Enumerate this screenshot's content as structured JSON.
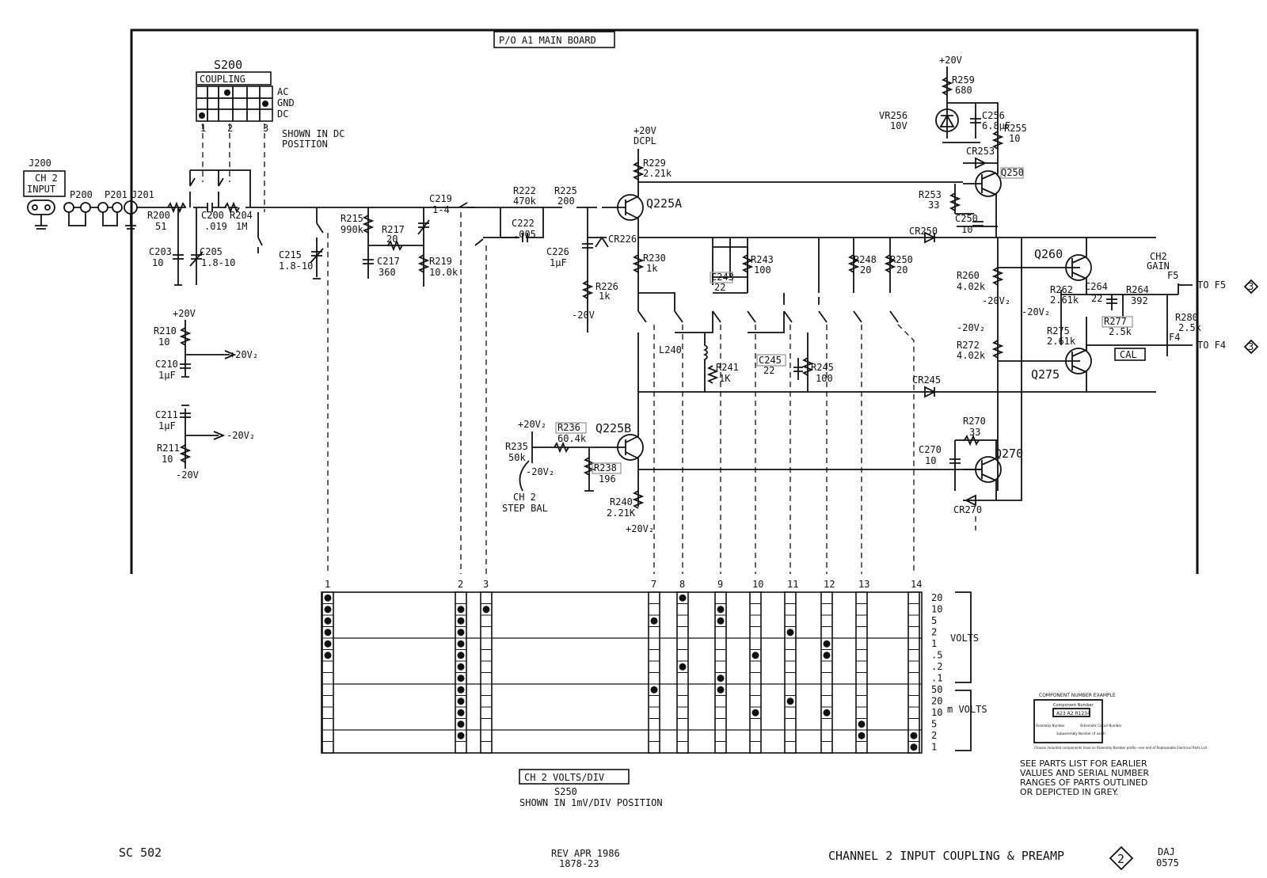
{
  "board": "P/O A1 MAIN BOARD",
  "input": {
    "jack": "J200",
    "label1": "CH 2",
    "label2": "INPUT",
    "p200": "P200",
    "p201": "P201",
    "j201": "J201"
  },
  "coupling": {
    "switch": "S200",
    "title": "COUPLING",
    "ac": "AC",
    "gnd": "GND",
    "dc": "DC",
    "c1": "1",
    "c2": "2",
    "c3": "3",
    "shown1": "SHOWN IN DC",
    "shown2": "POSITION"
  },
  "labels": {
    "r200": "R200",
    "r200v": "51",
    "c200": "C200",
    "c200v": ".019",
    "r204": "R204",
    "r204v": "1M",
    "c203": "C203",
    "c203v": "10",
    "c205": "C205",
    "c205v": "1.8-10",
    "c215": "C215",
    "c215v": "1.8-10",
    "r215": "R215",
    "r215v": "990k",
    "r217": "R217",
    "r217v": "20",
    "c219": "C219",
    "c219v": "1-4",
    "c217": "C217",
    "c217v": "360",
    "r219": "R219",
    "r219v": "10.0k",
    "r222": "R222",
    "r222v": "470k",
    "r225": "R225",
    "r225v": "200",
    "c222": "C222",
    "c222v": ".005",
    "c226": "C226",
    "c226v": "1µF",
    "cr226": "CR226",
    "r226": "R226",
    "r226v": "1k",
    "n20v_a": "-20V",
    "p20v_dcpl": "+20V",
    "dcpl": "DCPL",
    "r229": "R229",
    "r229v": "2.21k",
    "q225a": "Q225A",
    "r230": "R230",
    "r230v": "1k",
    "cr250": "CR250",
    "r243": "R243",
    "r243v": "100",
    "c243": "C243",
    "c243v": "22",
    "r248": "R248",
    "r248v": "20",
    "r250": "R250",
    "r250v": "20",
    "l240": "L240",
    "r241": "R241",
    "r241v": "1K",
    "c245": "C245",
    "c245v": "22",
    "r245": "R245",
    "r245v": "100",
    "cr245": "CR245",
    "p20v_top": "+20V",
    "r259": "R259",
    "r259v": "680",
    "vr256": "VR256",
    "vr256v": "10V",
    "c256": "C256",
    "c256v": "6.8µF",
    "r255": "R255",
    "r255v": "10",
    "cr253": "CR253",
    "q250": "Q250",
    "r253": "R253",
    "r253v": "33",
    "c250": "C250",
    "c250v": "10",
    "r260": "R260",
    "r260v": "4.02k",
    "n20v2_a": "-20V₂",
    "q260": "Q260",
    "ch2gain1": "CH2",
    "ch2gain2": "GAIN",
    "f5": "F5",
    "tof5": "TO F5",
    "f5num": "3",
    "r262": "R262",
    "r262v": "2.61k",
    "c264": "C264",
    "c264v": "22",
    "r264": "R264",
    "r264v": "392",
    "n20v2_b": "-20V₂",
    "r277": "R277",
    "r277v": "2.5k",
    "r280": "R280",
    "r280v": "2.5k",
    "r275": "R275",
    "r275v": "2.61k",
    "n20v2_c": "-20V₂",
    "r272": "R272",
    "r272v": "4.02k",
    "f4": "F4",
    "tof4": "TO F4",
    "f4num": "3",
    "cal": "CAL",
    "q275": "Q275",
    "p20v_r210": "+20V",
    "r210": "R210",
    "r210v": "10",
    "c210": "C210",
    "c210v": "1µF",
    "p20v2": "+20V₂",
    "c211": "C211",
    "c211v": "1µF",
    "r211": "R211",
    "r211v": "10",
    "n20v_r211": "-20V",
    "n20v2": "-20V₂",
    "p20v2_b": "+20V₂",
    "r236": "R236",
    "r236v": "60.4k",
    "q225b": "Q225B",
    "r235": "R235",
    "r235v": "50k",
    "n20v2_d": "-20V₂",
    "r238": "R238",
    "r238v": "196",
    "ch2": "CH 2",
    "stepbal": "STEP BAL",
    "r240": "R240",
    "r240v": "2.21K",
    "p20v2_c": "+20V₂",
    "r270": "R270",
    "r270v": "33",
    "c270": "C270",
    "c270v": "10",
    "q270": "Q270",
    "cr270": "CR270"
  },
  "selector": {
    "columns": [
      "1",
      "2",
      "3",
      "7",
      "8",
      "9",
      "10",
      "11",
      "12",
      "13",
      "14"
    ],
    "rows": [
      "20",
      "10",
      "5",
      "2",
      "1",
      ".5",
      ".2",
      ".1",
      "50",
      "20",
      "10",
      "5",
      "2",
      "1"
    ],
    "dots": [
      [
        0,
        4
      ],
      [
        0,
        1,
        2,
        5
      ],
      [
        0,
        1,
        3,
        5
      ],
      [
        0,
        1,
        7
      ],
      [
        0,
        1,
        8
      ],
      [
        0,
        1,
        6,
        8
      ],
      [
        1,
        4
      ],
      [
        1,
        5
      ],
      [
        1,
        3,
        5
      ],
      [
        1,
        7
      ],
      [
        1,
        6,
        8
      ],
      [
        1,
        9
      ],
      [
        1,
        9,
        10
      ]
    ],
    "volts": "VOLTS",
    "mvolts": "m VOLTS",
    "title": "CH 2 VOLTS/DIV",
    "switch": "S250",
    "shown": "SHOWN IN 1mV/DIV POSITION"
  },
  "example": {
    "title": "COMPONENT NUMBER EXAMPLE",
    "sub": "Component Number",
    "code": "A23 A2 R1234",
    "assembly": "Assembly Number",
    "subassembly": "Subassembly Number (if used)",
    "schematic": "Schematic Circuit Number",
    "note": "Chassis mounted components have no Assembly Number prefix—see end of Replaceable Electrical Parts List"
  },
  "note": [
    "SEE PARTS LIST FOR EARLIER",
    "VALUES AND SERIAL NUMBER",
    "RANGES OF PARTS OUTLINED",
    "OR DEPICTED IN GREY."
  ],
  "footer": {
    "model": "SC 502",
    "rev1": "REV APR 1986",
    "rev2": "1878-23",
    "title": "CHANNEL 2 INPUT COUPLING & PREAMP",
    "num": "2",
    "daj": "DAJ",
    "code": "0575"
  }
}
